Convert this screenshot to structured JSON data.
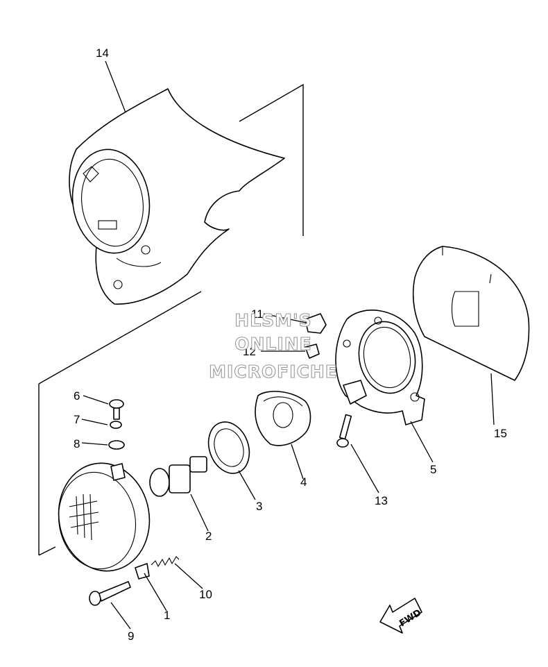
{
  "watermark": {
    "line1": "HLSM'S",
    "line2": "ONLINE",
    "line3": "MICROFICHE"
  },
  "direction_label": "FWD",
  "callouts": [
    "1",
    "2",
    "3",
    "4",
    "5",
    "6",
    "7",
    "8",
    "9",
    "10",
    "11",
    "12",
    "13",
    "14",
    "15"
  ]
}
